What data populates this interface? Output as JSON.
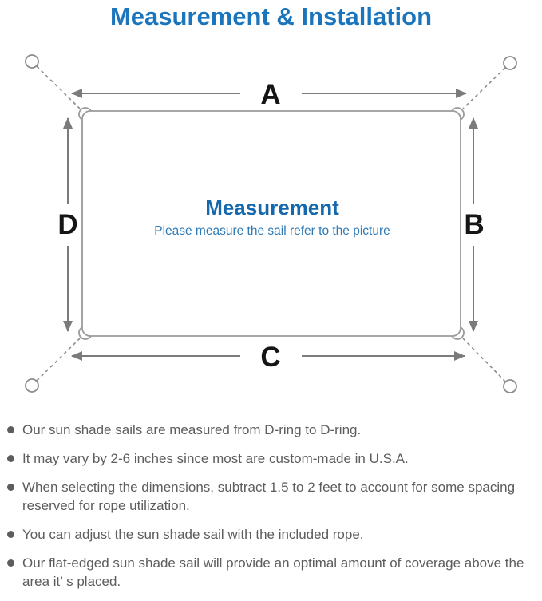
{
  "title": "Measurement & Installation",
  "diagram": {
    "labels": {
      "top": "A",
      "right": "B",
      "bottom": "C",
      "left": "D"
    },
    "center": {
      "heading": "Measurement",
      "subheading": "Please measure the sail refer to the picture"
    }
  },
  "notes": {
    "items": [
      "Our sun shade sails are measured from D-ring to D-ring.",
      "It may vary by 2-6 inches since most are custom-made in U.S.A.",
      "When selecting the dimensions, subtract 1.5 to 2 feet to account for some spacing reserved for rope utilization.",
      "You can adjust the sun shade sail with the included rope.",
      "Our flat-edged sun shade sail will provide an optimal amount of coverage above the area it’ s placed."
    ]
  },
  "colors": {
    "title-color": "#1b75bc",
    "heading-color": "#1668ad",
    "subheading-color": "#2d7ab8",
    "line-color": "#7b7b7b",
    "sail-stroke": "#9b9b9b",
    "label-color": "#151515",
    "note-color": "#5d5d5d"
  }
}
